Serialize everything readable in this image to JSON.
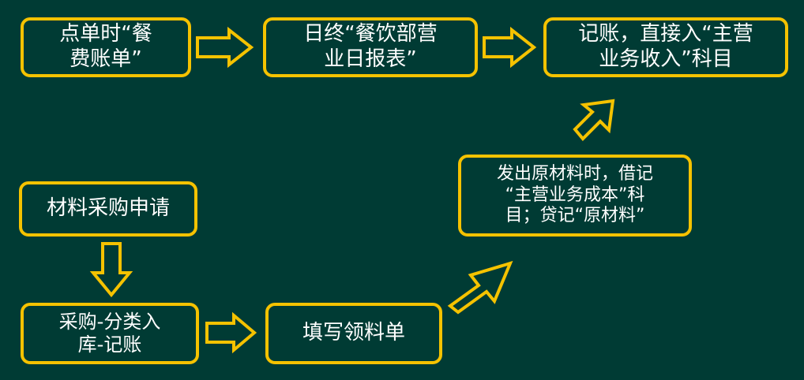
{
  "nodes": {
    "order_bill": "点单时“餐\n费账单”",
    "daily_report": "日终“餐饮部营\n业日报表”",
    "record_revenue": "记账，直接入“主营\n业务收入”科目",
    "purchase_request": "材料采购申请",
    "purchase_stock": "采购-分类入\n库-记账",
    "requisition_form": "填写领料单",
    "issue_materials": "发出原材料时，借记\n“主营业务成本”科\n目；贷记“原材料”"
  },
  "colors": {
    "background": "#003b34",
    "accent": "#f5c200",
    "text": "#ffffff"
  }
}
